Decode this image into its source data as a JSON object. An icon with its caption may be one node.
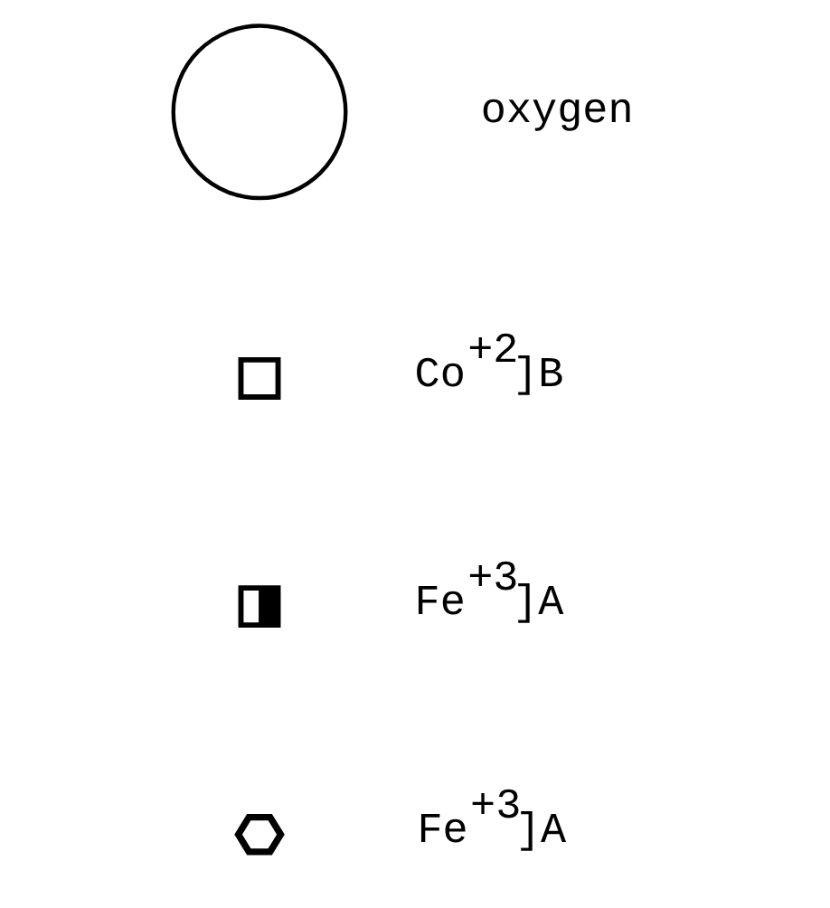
{
  "diagram": {
    "nodes": [
      {
        "text": [],
        "shape": "circle",
        "beside": [
          "oxygen"
        ]
      },
      {
        "text": [],
        "shape": "box",
        "beside": [
          "Co$^{+2}$]B"
        ]
      },
      {
        "text": [],
        "shape": "box",
        "beside": [
          "Fe$^{+3}$]A"
        ]
      },
      {
        "text": [],
        "shape": "hexagon",
        "beside": [
          "Fe$^{+3}$]A"
        ]
      }
    ]
  }
}
